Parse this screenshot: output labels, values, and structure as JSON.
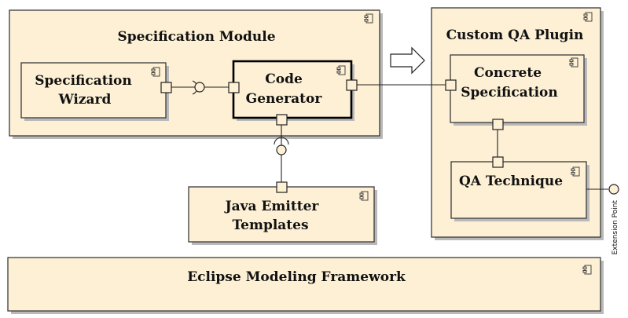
{
  "components": {
    "spec_module": "Specification Module",
    "custom_qa": "Custom QA Plugin",
    "spec_wizard": [
      "Specification",
      "Wizard"
    ],
    "code_gen": [
      "Code",
      "Generator"
    ],
    "concrete_spec": [
      "Concrete",
      "Specification"
    ],
    "qa_tech": "QA Technique",
    "java_emitter": [
      "Java Emitter",
      "Templates"
    ],
    "emf": "Eclipse Modeling Framework"
  },
  "extension_point": "Extension Point",
  "colors": {
    "fill": "#fdf0d5",
    "stroke": "#3a3a3a",
    "shadow": "#b9b9b9"
  },
  "icons": {
    "component": "uml-component-icon",
    "arrow": "hollow-right-arrow-icon"
  }
}
